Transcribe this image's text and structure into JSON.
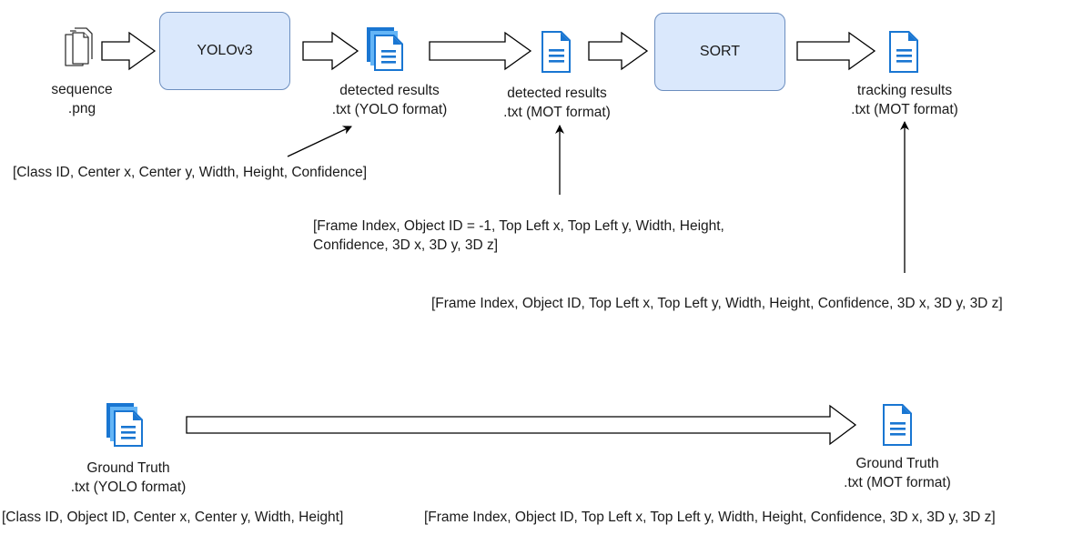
{
  "nodes": {
    "sequence": {
      "line1": "sequence",
      "line2": ".png"
    },
    "yolo_box": {
      "label": "YOLOv3"
    },
    "detected_yolo": {
      "line1": "detected results",
      "line2": ".txt (YOLO format)"
    },
    "detected_mot": {
      "line1": "detected results",
      "line2": ".txt (MOT format)"
    },
    "sort_box": {
      "label": "SORT"
    },
    "tracking": {
      "line1": "tracking results",
      "line2": ".txt (MOT format)"
    },
    "gt_yolo": {
      "line1": "Ground Truth",
      "line2": ".txt (YOLO format)"
    },
    "gt_mot": {
      "line1": "Ground Truth",
      "line2": ".txt (MOT format)"
    }
  },
  "annotations": {
    "yolo_format": "[Class ID, Center x, Center y, Width, Height, Confidence]",
    "mot_detect_format_line1": "[Frame Index, Object ID = -1, Top Left x, Top Left y, Width, Height,",
    "mot_detect_format_line2": "Confidence, 3D x, 3D y, 3D z]",
    "mot_track_format": "[Frame Index, Object ID, Top Left x, Top Left y, Width, Height, Confidence, 3D x, 3D y, 3D z]",
    "gt_yolo_format": "[Class ID, Object ID, Center x, Center y, Width, Height]",
    "gt_mot_format": "[Frame Index, Object ID, Top Left x, Top Left y, Width, Height, Confidence, 3D x, 3D y, 3D z]"
  },
  "colors": {
    "box_fill": "#dae8fc",
    "box_stroke": "#6c8ebf",
    "doc_blue": "#1976d2",
    "doc_light": "#64b5f6",
    "line": "#000000"
  }
}
